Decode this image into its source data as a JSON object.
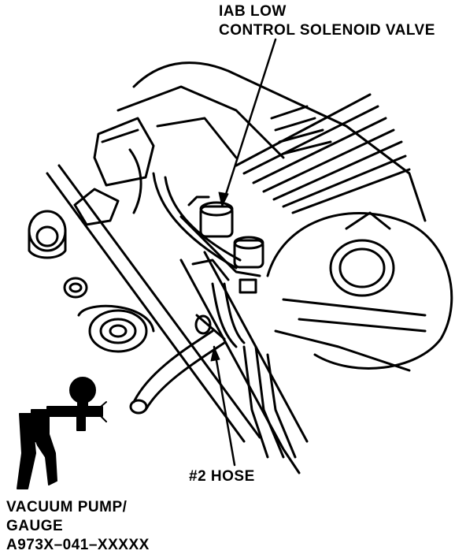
{
  "labels": {
    "iab_valve": [
      "IAB LOW",
      "CONTROL SOLENOID VALVE"
    ],
    "hose": "#2 HOSE",
    "vacuum_pump": [
      "VACUUM PUMP/",
      "GAUGE",
      "A973X–041–XXXXX"
    ]
  },
  "colors": {
    "ink": "#000000",
    "paper": "#ffffff"
  }
}
